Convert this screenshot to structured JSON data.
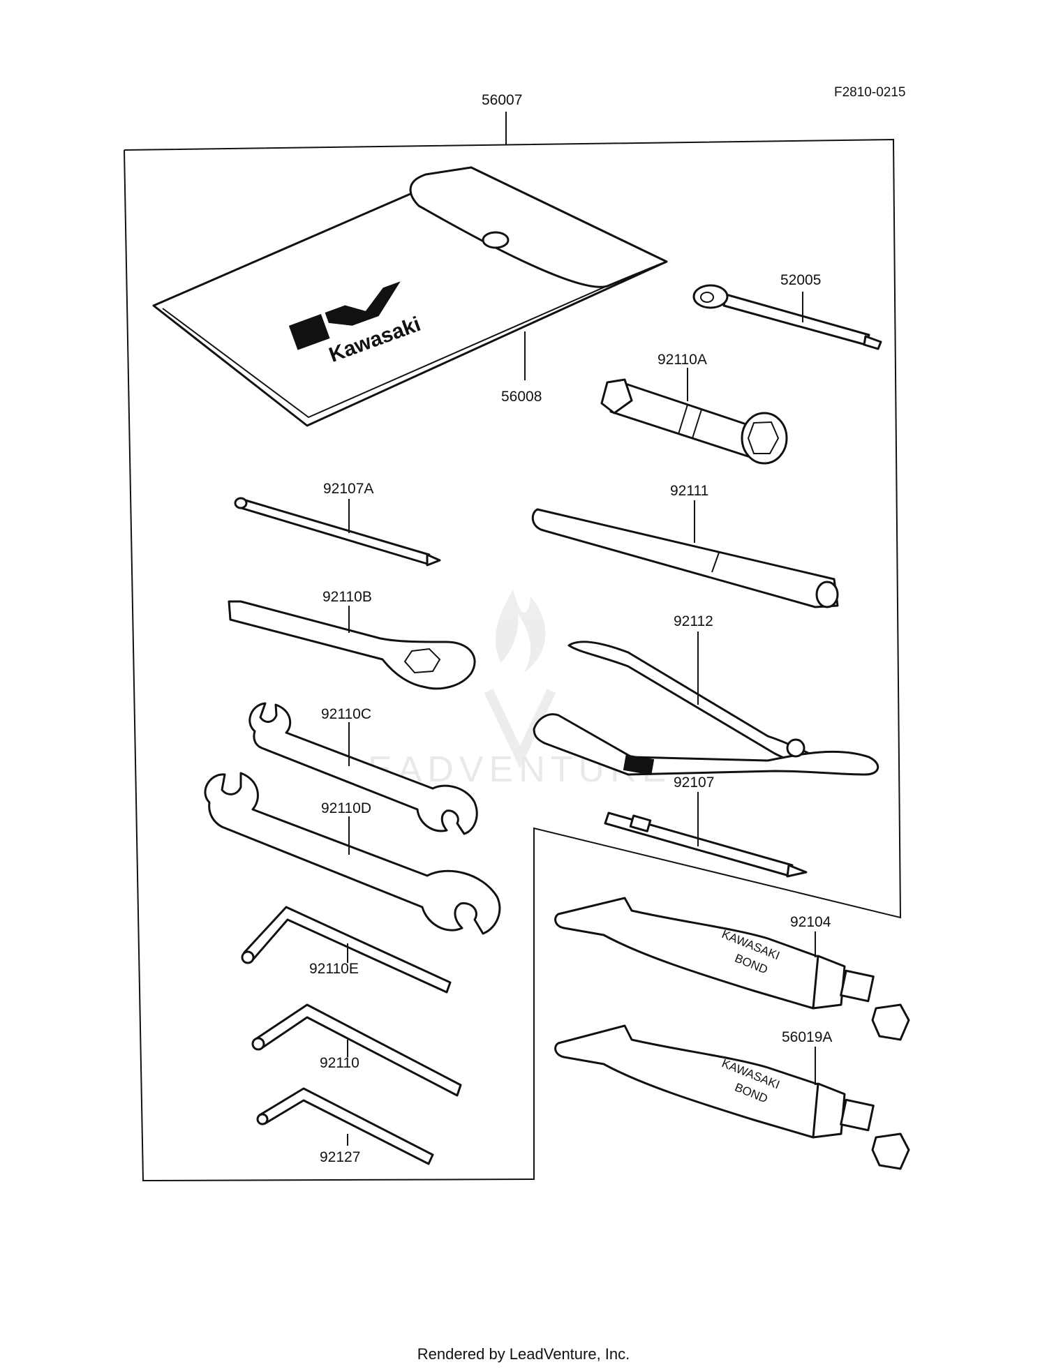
{
  "figure_ref": "F2810-0215",
  "parts": {
    "kit": "56007",
    "pouch": "56008",
    "screwdriver_handle": "52005",
    "plug_wrench": "92110A",
    "screwdriver_a": "92107A",
    "extension_bar": "92111",
    "box_wrench": "92110B",
    "pliers": "92112",
    "open_wrench_c": "92110C",
    "open_wrench_d": "92110D",
    "screwdriver": "92107",
    "hex_wrench_e": "92110E",
    "bond_tube": "92104",
    "hex_wrench": "92110",
    "bond_tube_a": "56019A",
    "hex_wrench_small": "92127"
  },
  "logo_text": "Kawasaki",
  "tube_text_line1": "KAWASAKI",
  "tube_text_line2": "BOND",
  "watermark": "LEADVENTURE",
  "footer": "Rendered by LeadVenture, Inc."
}
